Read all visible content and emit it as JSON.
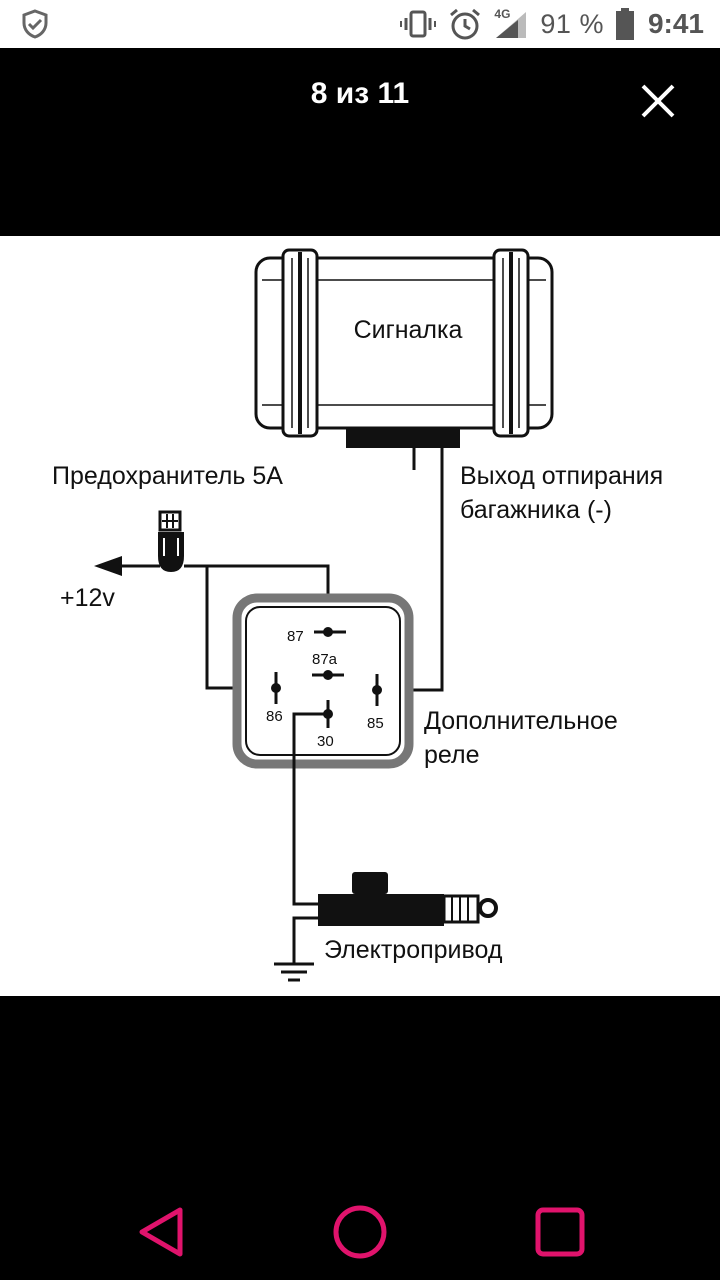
{
  "status_bar": {
    "network_type": "4G",
    "battery_percent": "91 %",
    "time": "9:41",
    "icons": [
      "shield-check-icon",
      "vibrate-icon",
      "alarm-icon",
      "signal-icon",
      "battery-icon"
    ]
  },
  "viewer": {
    "counter": "8 из 11",
    "close_icon": "close-icon"
  },
  "diagram": {
    "alarm_unit": "Сигналка",
    "fuse": "Предохранитель 5А",
    "output_line1": "Выход отпирания",
    "output_line2": "багажника (-)",
    "supply": "+12v",
    "relay_line1": "Дополнительное",
    "relay_line2": "реле",
    "actuator": "Электропривод",
    "pins": {
      "p87": "87",
      "p87a": "87a",
      "p86": "86",
      "p85": "85",
      "p30": "30"
    }
  },
  "nav_bar": {
    "accent_color": "#e0136c",
    "buttons": [
      "back-icon",
      "home-icon",
      "recents-icon"
    ]
  }
}
